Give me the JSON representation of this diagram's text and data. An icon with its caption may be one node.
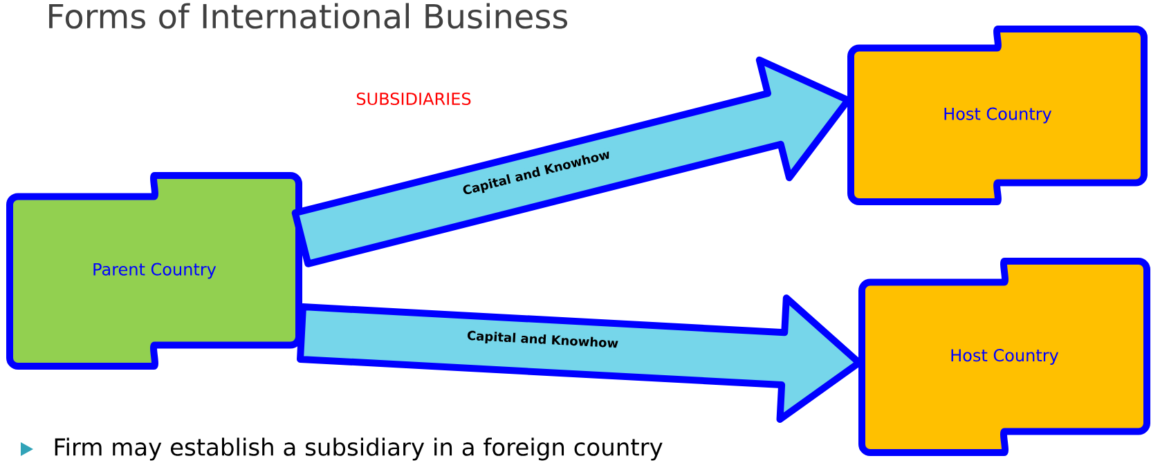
{
  "diagram": {
    "title": "Forms of International Business",
    "nodes": [
      {
        "text": [
          "Parent Country"
        ]
      },
      {
        "text": [
          "Host Country"
        ]
      },
      {
        "text": [
          "Host Country"
        ]
      }
    ],
    "edges": [
      {
        "from": 0,
        "to": 1,
        "arrow": "to",
        "label": "Capital and Knowhow"
      },
      {
        "from": 0,
        "to": 2,
        "arrow": "to",
        "label": "Capital and Knowhow"
      }
    ],
    "labels": [
      "SUBSIDIARIES",
      "Firm may establish a subsidiary in a foreign country"
    ]
  }
}
